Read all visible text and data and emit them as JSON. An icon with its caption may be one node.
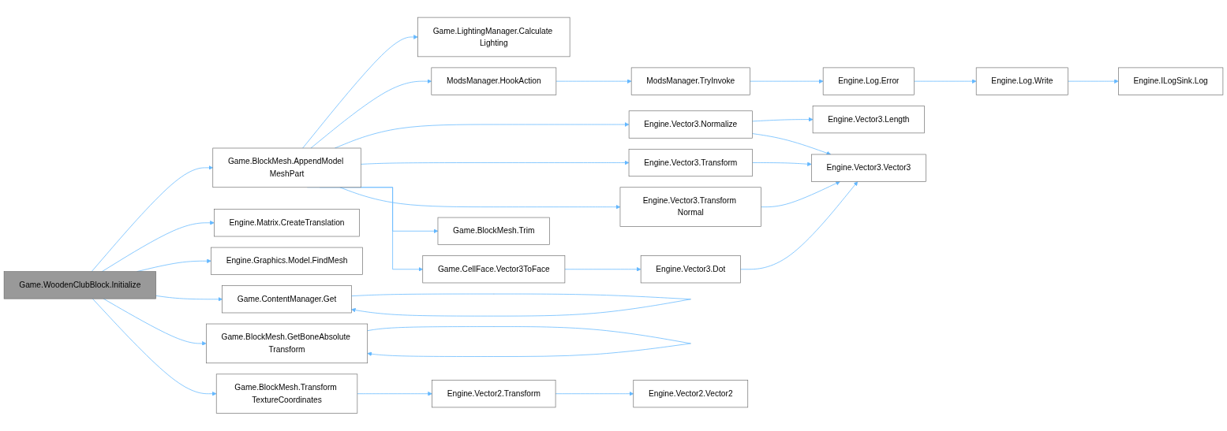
{
  "diagram": {
    "nodes": [
      {
        "text": [
          "Game.WoodenClubBlock.Initialize"
        ]
      },
      {
        "text": [
          "Game.BlockMesh.AppendModel MeshPart"
        ]
      },
      {
        "text": [
          "Engine.Matrix.CreateTranslation"
        ]
      },
      {
        "text": [
          "Engine.Graphics.Model.FindMesh"
        ]
      },
      {
        "text": [
          "Game.ContentManager.Get"
        ]
      },
      {
        "text": [
          "Game.BlockMesh.GetBoneAbsolute Transform"
        ]
      },
      {
        "text": [
          "Game.BlockMesh.Transform TextureCoordinates"
        ]
      },
      {
        "text": [
          "Game.LightingManager.Calculate Lighting"
        ]
      },
      {
        "text": [
          "ModsManager.HookAction"
        ]
      },
      {
        "text": [
          "Engine.Vector3.Normalize"
        ]
      },
      {
        "text": [
          "Game.BlockMesh.Trim"
        ]
      },
      {
        "text": [
          "Game.CellFace.Vector3ToFace"
        ]
      },
      {
        "text": [
          "Engine.Vector2.Transform"
        ]
      },
      {
        "text": [
          "ModsManager.TryInvoke"
        ]
      },
      {
        "text": [
          "Engine.Vector3.Length"
        ]
      },
      {
        "text": [
          "Engine.Vector3.Transform"
        ]
      },
      {
        "text": [
          "Engine.Vector3.Transform Normal"
        ]
      },
      {
        "text": [
          "Engine.Vector3.Dot"
        ]
      },
      {
        "text": [
          "Engine.Vector2.Vector2"
        ]
      },
      {
        "text": [
          "Engine.Log.Error"
        ]
      },
      {
        "text": [
          "Engine.Vector3.Vector3"
        ]
      },
      {
        "text": [
          "Engine.Log.Write"
        ]
      },
      {
        "text": [
          "Engine.ILogSink.Log"
        ]
      }
    ],
    "edges": [
      {
        "from": 0,
        "to": 1,
        "arrow": "to"
      },
      {
        "from": 0,
        "to": 2,
        "arrow": "to"
      },
      {
        "from": 0,
        "to": 3,
        "arrow": "to"
      },
      {
        "from": 0,
        "to": 4,
        "arrow": "to"
      },
      {
        "from": 0,
        "to": 5,
        "arrow": "to"
      },
      {
        "from": 0,
        "to": 6,
        "arrow": "to"
      },
      {
        "from": 4,
        "to": 4,
        "arrow": "to"
      },
      {
        "from": 5,
        "to": 5,
        "arrow": "to"
      },
      {
        "from": 1,
        "to": 7,
        "arrow": "to"
      },
      {
        "from": 1,
        "to": 8,
        "arrow": "to"
      },
      {
        "from": 1,
        "to": 9,
        "arrow": "to"
      },
      {
        "from": 1,
        "to": 15,
        "arrow": "to"
      },
      {
        "from": 1,
        "to": 16,
        "arrow": "to"
      },
      {
        "from": 1,
        "to": 10,
        "arrow": "to"
      },
      {
        "from": 1,
        "to": 11,
        "arrow": "to"
      },
      {
        "from": 6,
        "to": 12,
        "arrow": "to"
      },
      {
        "from": 8,
        "to": 13,
        "arrow": "to"
      },
      {
        "from": 13,
        "to": 19,
        "arrow": "to"
      },
      {
        "from": 19,
        "to": 21,
        "arrow": "to"
      },
      {
        "from": 21,
        "to": 22,
        "arrow": "to"
      },
      {
        "from": 9,
        "to": 14,
        "arrow": "to"
      },
      {
        "from": 9,
        "to": 20,
        "arrow": "to"
      },
      {
        "from": 15,
        "to": 20,
        "arrow": "to"
      },
      {
        "from": 16,
        "to": 20,
        "arrow": "to"
      },
      {
        "from": 17,
        "to": 20,
        "arrow": "to"
      },
      {
        "from": 11,
        "to": 17,
        "arrow": "to"
      },
      {
        "from": 12,
        "to": 18,
        "arrow": "to"
      }
    ]
  }
}
